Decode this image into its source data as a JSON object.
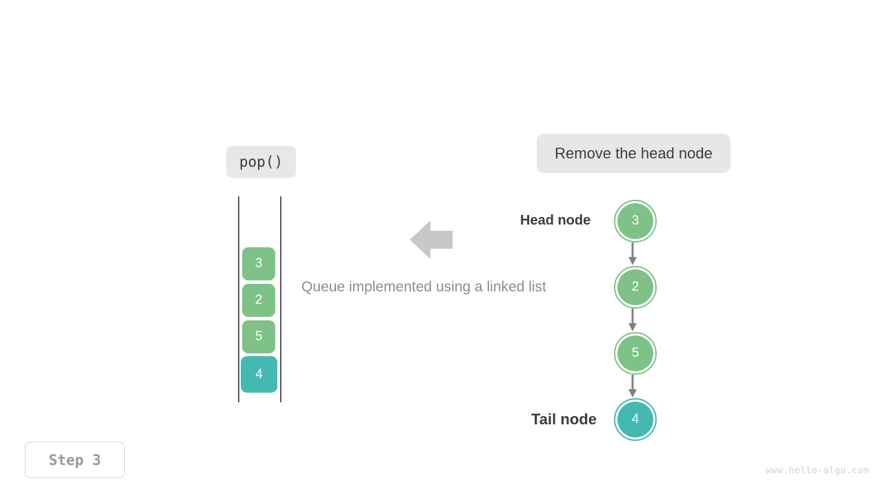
{
  "operation": {
    "label": "pop()"
  },
  "description": {
    "text": "Remove the head node"
  },
  "caption": {
    "text": "Queue implemented using a linked list"
  },
  "step": {
    "label": "Step 3"
  },
  "watermark": {
    "text": "www.hello-algo.com"
  },
  "labels": {
    "head": "Head node",
    "tail": "Tail node"
  },
  "colors": {
    "green": "#7ec287",
    "teal": "#43b9b2",
    "pill_bg": "#e7e7e7",
    "arrow_gray": "#c8c8c8",
    "link_arrow": "#808080",
    "wall": "#555a5e",
    "text_dark": "#3c3c3c",
    "text_muted": "#8c8c8c"
  },
  "queue": {
    "cells": [
      {
        "value": "3",
        "color": "green"
      },
      {
        "value": "2",
        "color": "green"
      },
      {
        "value": "5",
        "color": "green"
      },
      {
        "value": "4",
        "color": "teal"
      }
    ]
  },
  "linked_list": {
    "nodes": [
      {
        "value": "3",
        "color": "green"
      },
      {
        "value": "2",
        "color": "green"
      },
      {
        "value": "5",
        "color": "green"
      },
      {
        "value": "4",
        "color": "teal"
      }
    ]
  }
}
